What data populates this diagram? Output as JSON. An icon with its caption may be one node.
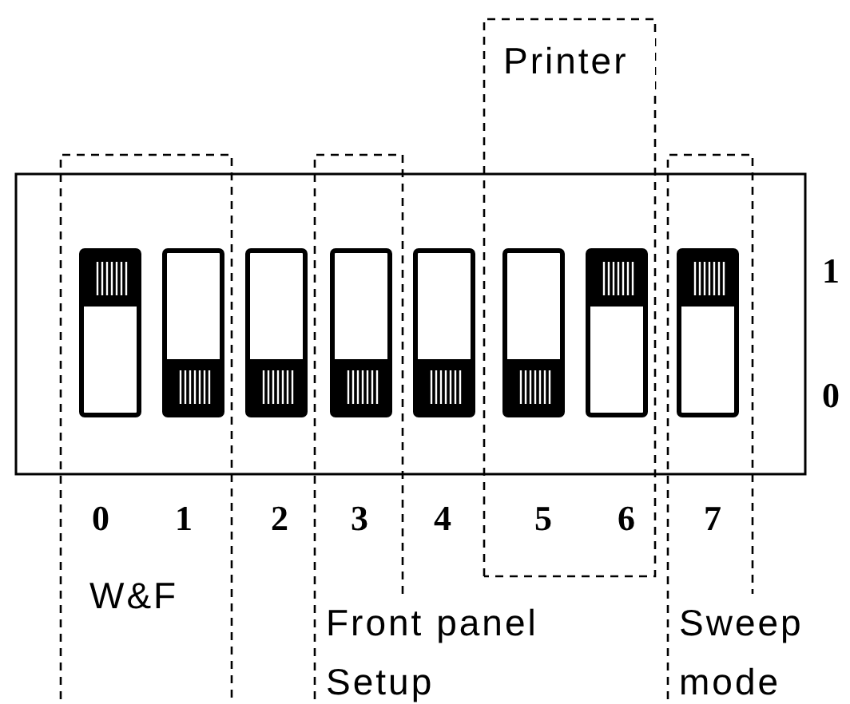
{
  "diagram": {
    "nodes": [
      {
        "text": [
          "Printer"
        ]
      },
      {
        "text": [
          "W&F"
        ]
      },
      {
        "text": [
          "Front panel Setup"
        ]
      },
      {
        "text": [
          "Sweep mode"
        ]
      }
    ],
    "labels": [
      "1",
      "0",
      "0",
      "1",
      "2",
      "3",
      "4",
      "5",
      "6",
      "7"
    ]
  }
}
